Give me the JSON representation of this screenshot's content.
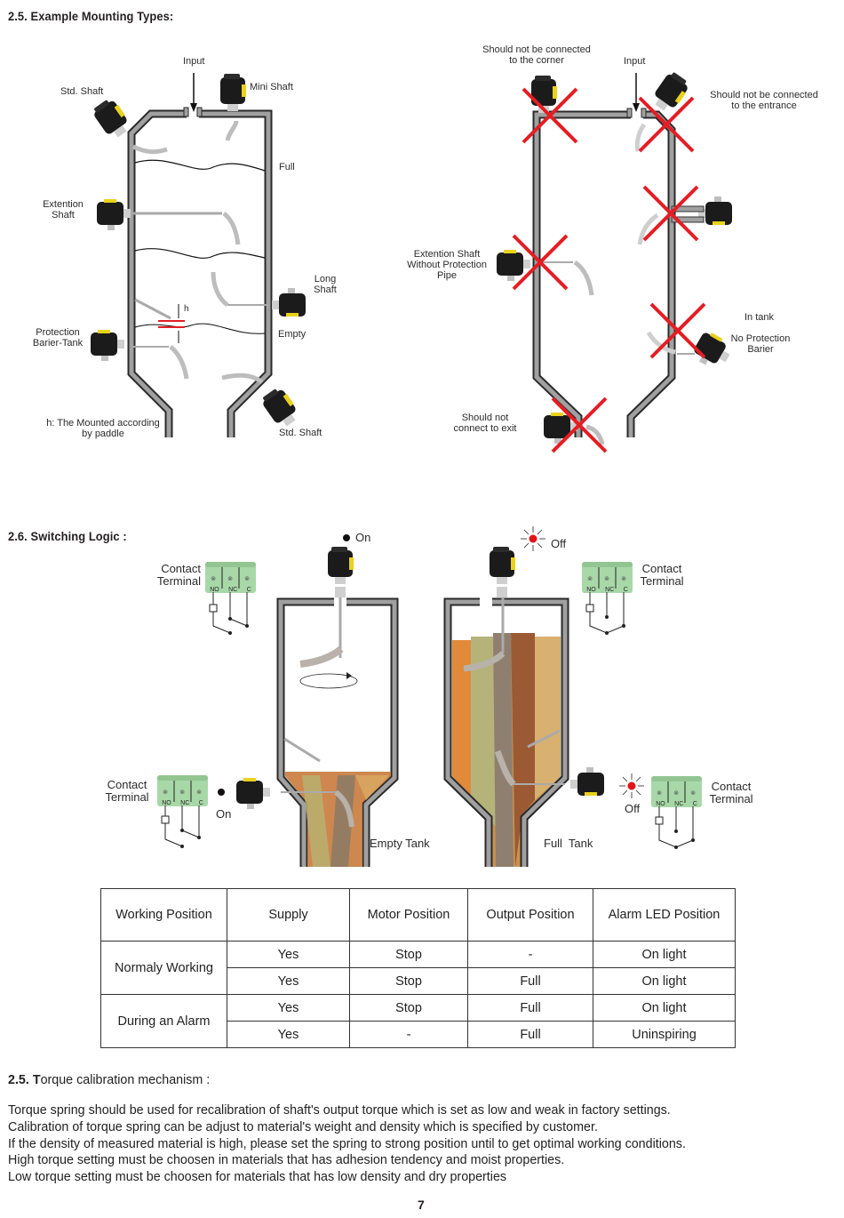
{
  "section_mounting": {
    "title": "2.5.  Example Mounting Types:",
    "correct_labels": {
      "input": "Input",
      "std_shaft_top": "Std. Shaft",
      "mini_shaft": "Mini Shaft",
      "full": "Full",
      "extention_shaft": [
        "Extention",
        "Shaft"
      ],
      "long_shaft": [
        "Long",
        "Shaft"
      ],
      "h": "h",
      "protection_barier_tank": [
        "Protection",
        "Barier-Tank"
      ],
      "empty": "Empty",
      "h_note": [
        "h: The Mounted according",
        "by paddle"
      ],
      "std_shaft_bottom": "Std. Shaft"
    },
    "incorrect_labels": {
      "corner": [
        "Should not be connected",
        "to the corner"
      ],
      "input": "Input",
      "entrance": [
        "Should not be connected",
        "to the entrance"
      ],
      "extention_no_pipe": [
        "Extention Shaft",
        "Without Protection",
        "Pipe"
      ],
      "in_tank": "In tank",
      "no_protection": [
        "No Protection",
        "Barier"
      ],
      "exit": [
        "Should not",
        "connect to exit"
      ]
    }
  },
  "section_switching": {
    "title": "2.6.  Switching Logic :",
    "empty_tank": {
      "led_top": "On",
      "led_side": "On",
      "caption": "Empty Tank",
      "terminal_label": [
        "Contact",
        "Terminal"
      ],
      "terminal_pins": [
        "NO",
        "NC",
        "C"
      ]
    },
    "full_tank": {
      "led_top": "Off",
      "led_side": "Off",
      "caption": "Full  Tank",
      "terminal_label": [
        "Contact",
        "Terminal"
      ],
      "terminal_pins": [
        "NO",
        "NC",
        "C"
      ]
    },
    "colors": {
      "terminal_green": "#a8d8a8",
      "led_red": "#e3151b",
      "cross_red": "#e31e24",
      "device_body": "#1b1b1b",
      "device_label_yellow": "#e8d21a",
      "tank_wall": "#9d9d9d"
    }
  },
  "logic_table": {
    "headers": [
      "Working Position",
      "Supply",
      "Motor Position",
      "Output Position",
      "Alarm LED Position"
    ],
    "groups": [
      {
        "name": "Normaly Working",
        "rows": [
          [
            "Yes",
            "Stop",
            "-",
            "On light"
          ],
          [
            "Yes",
            "Stop",
            "Full",
            "On light"
          ]
        ]
      },
      {
        "name": "During an Alarm",
        "rows": [
          [
            "Yes",
            "Stop",
            "Full",
            "On light"
          ],
          [
            "Yes",
            "-",
            "Full",
            "Uninspiring"
          ]
        ]
      }
    ]
  },
  "section_torque": {
    "number": "2.5. T",
    "title_rest": "orque calibration mechanism :",
    "paragraph": [
      "Torque spring should be used for recalibration of shaft's output torque which is set as low and weak in factory settings.",
      "Calibration of torque spring can be adjust to material's weight and density which is specified by customer.",
      "If the density of measured material is high, please set the spring to strong position until to get optimal working conditions.",
      "High torque setting must be choosen in materials that has adhesion tendency and moist properties.",
      "Low torque setting must be choosen for materials that has low density and dry properties"
    ]
  },
  "page_number": "7"
}
